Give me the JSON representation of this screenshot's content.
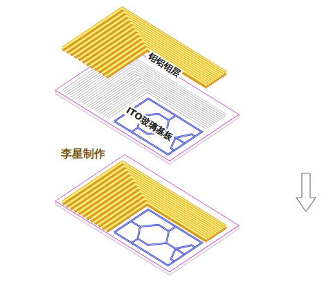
{
  "diagram": {
    "labels": [
      "钼铝钼层",
      "ITO玻璃基板",
      "李星制作"
    ]
  }
}
